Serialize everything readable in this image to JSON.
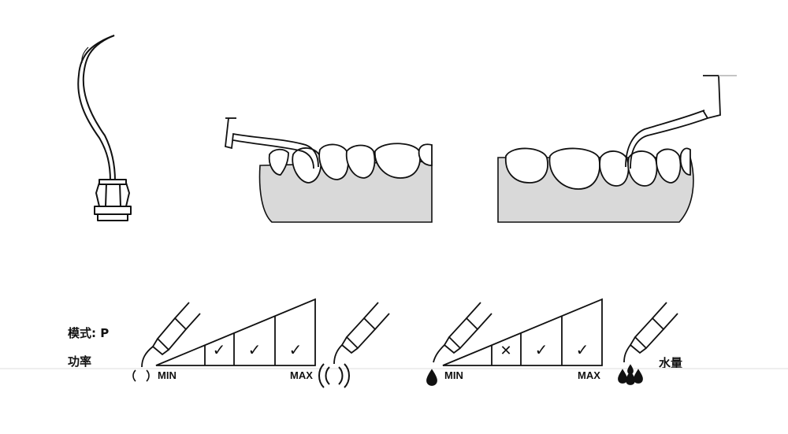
{
  "labels": {
    "mode": "模式: P",
    "power": "功率",
    "water": "水量"
  },
  "power_scale": {
    "min_label": "MIN",
    "max_label": "MAX",
    "segments": [
      "✓",
      "✓",
      "✓"
    ]
  },
  "water_scale": {
    "min_label": "MIN",
    "max_label": "MAX",
    "segments": [
      "✕",
      "✓",
      "✓"
    ]
  },
  "colors": {
    "line": "#111111",
    "gum": "#d9d9d9",
    "tooth_fill": "#ffffff"
  },
  "icons": [
    "scaler-tip-icon",
    "tip-in-mouth-left-illustration",
    "tip-in-mouth-right-illustration",
    "handpiece-icon",
    "vibration-icon",
    "water-drop-icon"
  ]
}
